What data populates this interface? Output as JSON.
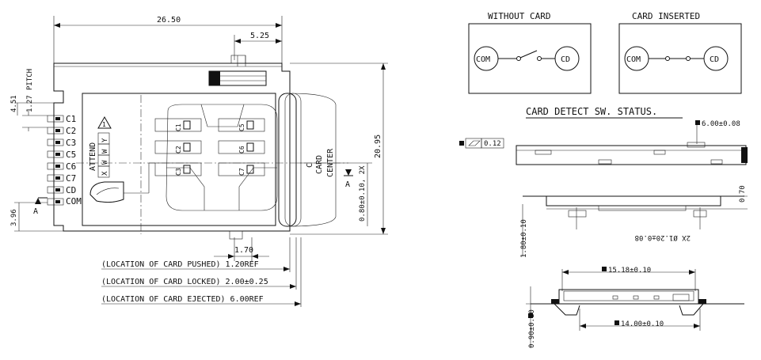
{
  "colors": {
    "ink": "#111111",
    "paper": "#ffffff"
  },
  "top_view": {
    "width": "26.50",
    "offset": "5.25",
    "pitch_value": "1.27",
    "pitch_label": "PITCH",
    "pitch_top": "4.51",
    "height": "20.95",
    "bottom_offset": "3.96",
    "bottom_dim": "1.70",
    "center_dim": "0.80±0.10, 2X",
    "card_center_1": "CARD",
    "card_center_2": "CENTER",
    "cl_mark": "C",
    "section_a_left": "A",
    "section_a_right": "A",
    "pins": [
      "C1",
      "C2",
      "C3",
      "C5",
      "C6",
      "C7",
      "CD",
      "COM"
    ],
    "pad_labels": [
      "C1",
      "C2",
      "C3",
      "C5",
      "C6",
      "C7"
    ],
    "attend": "ATTEND",
    "date_code": [
      "Y",
      "W",
      "W",
      "X"
    ],
    "note_no": "1",
    "locations": [
      "(LOCATION OF CARD PUSHED) 1.20REF",
      "(LOCATION OF CARD LOCKED) 2.00±0.25",
      "(LOCATION OF CARD EJECTED) 6.00REF"
    ]
  },
  "switch_status": {
    "title": "CARD DETECT SW. STATUS.",
    "without": {
      "label": "WITHOUT CARD",
      "com": "COM",
      "cd": "CD"
    },
    "inserted": {
      "label": "CARD INSERTED",
      "com": "COM",
      "cd": "CD"
    }
  },
  "side_view": {
    "height": "6.00±0.08",
    "flatness": "0.12",
    "dim_070": "0.70",
    "hole_dim": "2X Ø1.20±0.08",
    "dim_180": "1.80±0.10"
  },
  "front_view": {
    "dim_1518": "15.18±0.10",
    "dim_1400": "14.00±0.10",
    "dim_090": "0.90±0.10"
  }
}
